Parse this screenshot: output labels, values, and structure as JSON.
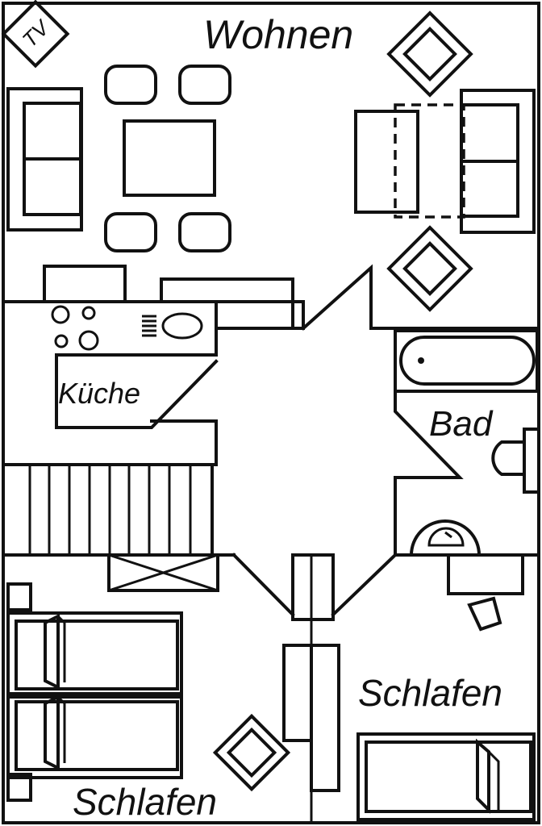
{
  "rooms": {
    "wohnen": "Wohnen",
    "kueche": "Küche",
    "bad": "Bad",
    "schlafen_right": "Schlafen",
    "schlafen_left": "Schlafen"
  },
  "tv_label": "TV",
  "colors": {
    "line": "#111111",
    "background": "#ffffff"
  }
}
